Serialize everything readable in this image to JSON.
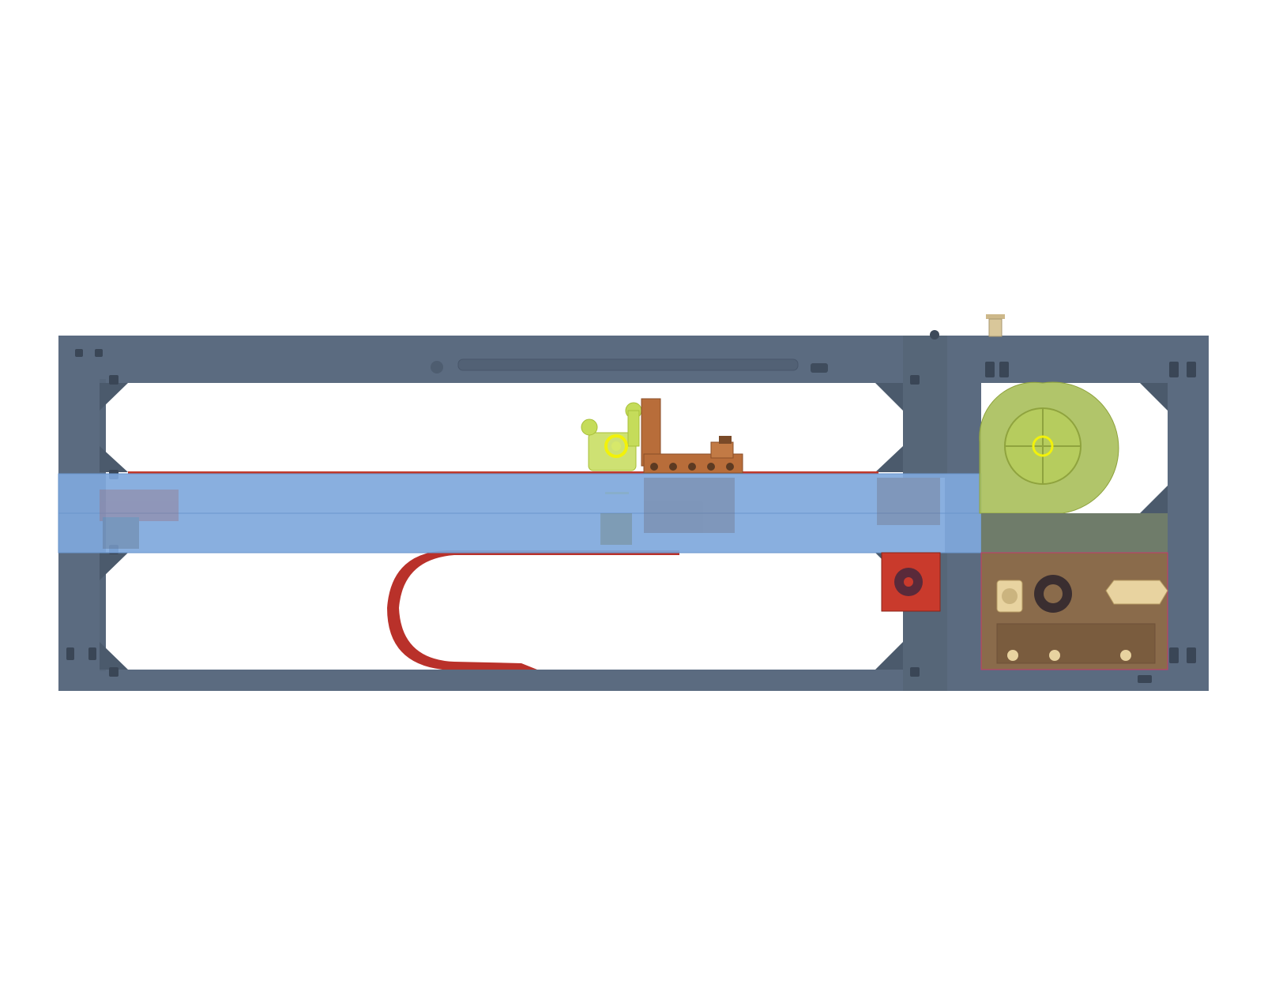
{
  "canvas": {
    "background": "#ffffff"
  },
  "colors": {
    "frame": "#5b6b80",
    "frame_dark": "#4b5a6c",
    "frame_hole": "#3a4656",
    "rail_red": "#c0392b",
    "cable_chain_red": "#b9312a",
    "beam_blue": "#7fa8dc",
    "beam_blue_edge": "#6a95cc",
    "nozzle_yellow_green": "#c5dc5a",
    "yellow_accent": "#f2f20a",
    "carriage_orange": "#b86d3a",
    "motor_red": "#c93a2c",
    "blower_green": "#a8bf5a",
    "electronics_brown": "#8a6b4b",
    "connector_beige": "#e8d3a0"
  },
  "components": [
    {
      "id": "outer-frame",
      "icon": "rectangular-frame-icon"
    },
    {
      "id": "x-axis-beam",
      "icon": "blue-gantry-beam-icon"
    },
    {
      "id": "linear-rail",
      "icon": "rail-icon"
    },
    {
      "id": "toolhead",
      "icon": "nozzle-assembly-icon"
    },
    {
      "id": "carriage",
      "icon": "carriage-icon"
    },
    {
      "id": "cable-chain",
      "icon": "cable-chain-icon"
    },
    {
      "id": "stepper-motor",
      "icon": "motor-icon"
    },
    {
      "id": "blower-fan",
      "icon": "fan-icon"
    },
    {
      "id": "electronics-box",
      "icon": "electronics-enclosure-icon"
    },
    {
      "id": "top-fitting",
      "icon": "fitting-icon"
    }
  ]
}
